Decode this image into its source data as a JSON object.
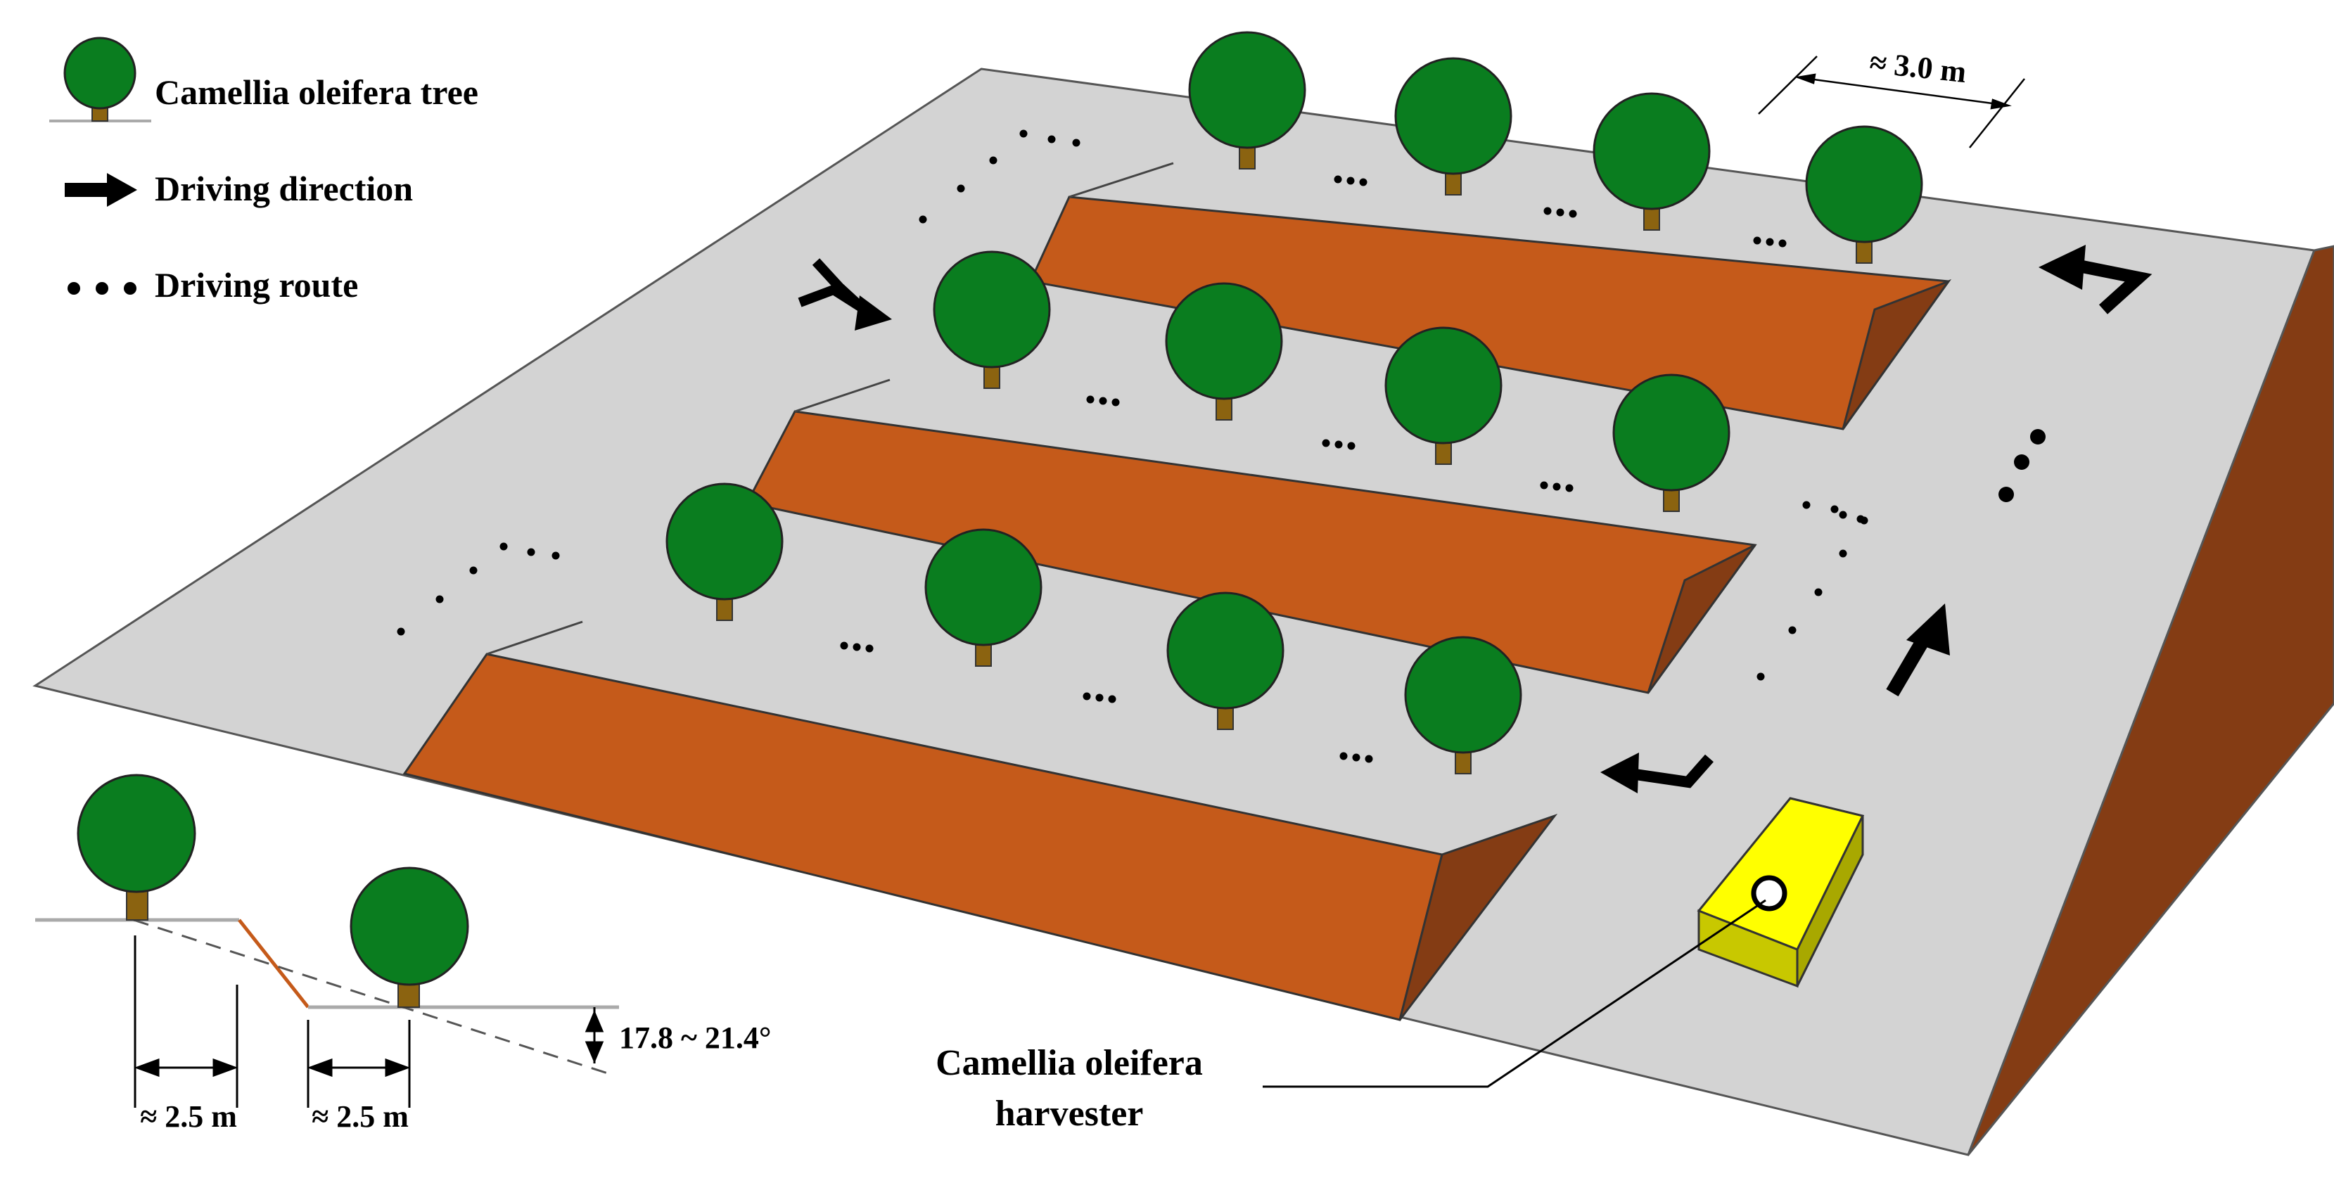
{
  "legend": {
    "tree": "Camellia oleifera tree",
    "direction": "Driving direction",
    "route": "Driving route"
  },
  "dimensions": {
    "terrace_spacing": "≈ 3.0 m",
    "slope_angle": "17.8 ~ 21.4°",
    "width_left": "≈ 2.5 m",
    "width_right": "≈ 2.5 m"
  },
  "harvester_label": {
    "line1": "Camellia oleifera",
    "line2": "harvester"
  },
  "colors": {
    "ground": "#d3d3d3",
    "terrace_top": "#c55a1a",
    "terrace_side": "#843c14",
    "tree_canopy": "#0a7d1f",
    "tree_trunk": "#8b6310",
    "harvester": "#ffff00",
    "harvester_side": "#c8c800"
  },
  "icons": [
    "tree-icon",
    "arrow-right-icon",
    "dots-icon"
  ]
}
